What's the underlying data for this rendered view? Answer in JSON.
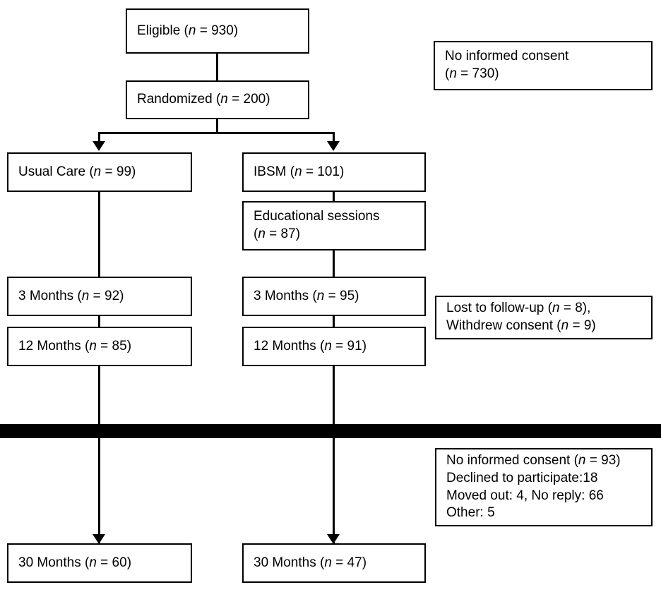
{
  "diagram": {
    "title": "CONSORT participant flow diagram",
    "background_color": "#ffffff",
    "line_color": "#000000",
    "text_color": "#000000",
    "band_color": "#000000"
  },
  "boxes": {
    "eligible": "Eligible (n = 930)",
    "randomized": "Randomized  (n = 200)",
    "no_consent_top": "No informed consent\n(n = 730)",
    "usual_care": "Usual Care (n = 99)",
    "ibsm": "IBSM (n = 101)",
    "educational_sessions": "Educational sessions\n(n = 87)",
    "uc_3_months": "3 Months (n = 92)",
    "ibsm_3_months": "3 Months (n = 95)",
    "lost_followup": "Lost to follow-up (n = 8),\nWithdrew consent (n = 9)",
    "uc_12_months": "12 Months (n = 85)",
    "ibsm_12_months": "12 Months (n = 91)",
    "no_consent_bottom": "No informed consent (n = 93)\n   Declined to participate:18\n   Moved out: 4, No reply: 66\n   Other: 5",
    "uc_30_months": "30 Months (n = 60)",
    "ibsm_30_months": "30 Months (n = 47)"
  },
  "connectors": {
    "eligible_to_randomized": "vertical-connector",
    "randomized_split": "branching-connector",
    "usual_care_chain": "vertical-connector",
    "ibsm_chain": "vertical-connector",
    "to_30_months_left": "arrow-connector",
    "to_30_months_right": "arrow-connector"
  }
}
